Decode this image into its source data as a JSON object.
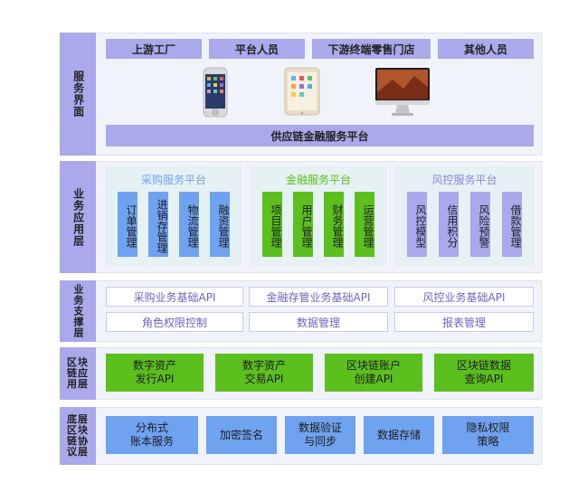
{
  "colors": {
    "purple": "#a9a9ec",
    "blue": "#6fa2ef",
    "green": "#5bbf1e",
    "layer_bg": "#f1f3fb"
  },
  "layers": {
    "service": {
      "label": "服务界面",
      "parties": [
        "上游工厂",
        "平台人员",
        "下游终端零售门店",
        "其他人员"
      ],
      "devices": [
        "phone-icon",
        "tablet-icon",
        "desktop-icon"
      ],
      "platform": "供应链金融服务平台"
    },
    "application": {
      "label": "业务应用层",
      "groups": [
        {
          "title": "采购服务平台",
          "title_color": "#6fa2ef",
          "items": [
            "订单管理",
            "进销存管理",
            "物流管理",
            "融资管理"
          ]
        },
        {
          "title": "金融服务平台",
          "title_color": "#5bbf1e",
          "items": [
            "项目管理",
            "用户管理",
            "财务管理",
            "运营管理"
          ]
        },
        {
          "title": "风控服务平台",
          "title_color": "#8a86dd",
          "items": [
            "风控模型",
            "信用积分",
            "风险预警",
            "借款管理"
          ]
        }
      ]
    },
    "support": {
      "label": "业务支撑层",
      "row1": [
        "采购业务基础API",
        "金融存管业务基础API",
        "风控业务基础API"
      ],
      "row2": [
        "角色权限控制",
        "数据管理",
        "报表管理"
      ]
    },
    "blockchain_app": {
      "label": "区块链应用层",
      "items": [
        "数字资产\n发行API",
        "数字资产\n交易API",
        "区块链账户\n创建API",
        "区块链数据\n查询API"
      ]
    },
    "protocol": {
      "label": "底层区块链协议层",
      "items": [
        "分布式\n账本服务",
        "加密签名",
        "数据验证\n与同步",
        "数据存储",
        "隐私权限\n策略"
      ]
    }
  }
}
